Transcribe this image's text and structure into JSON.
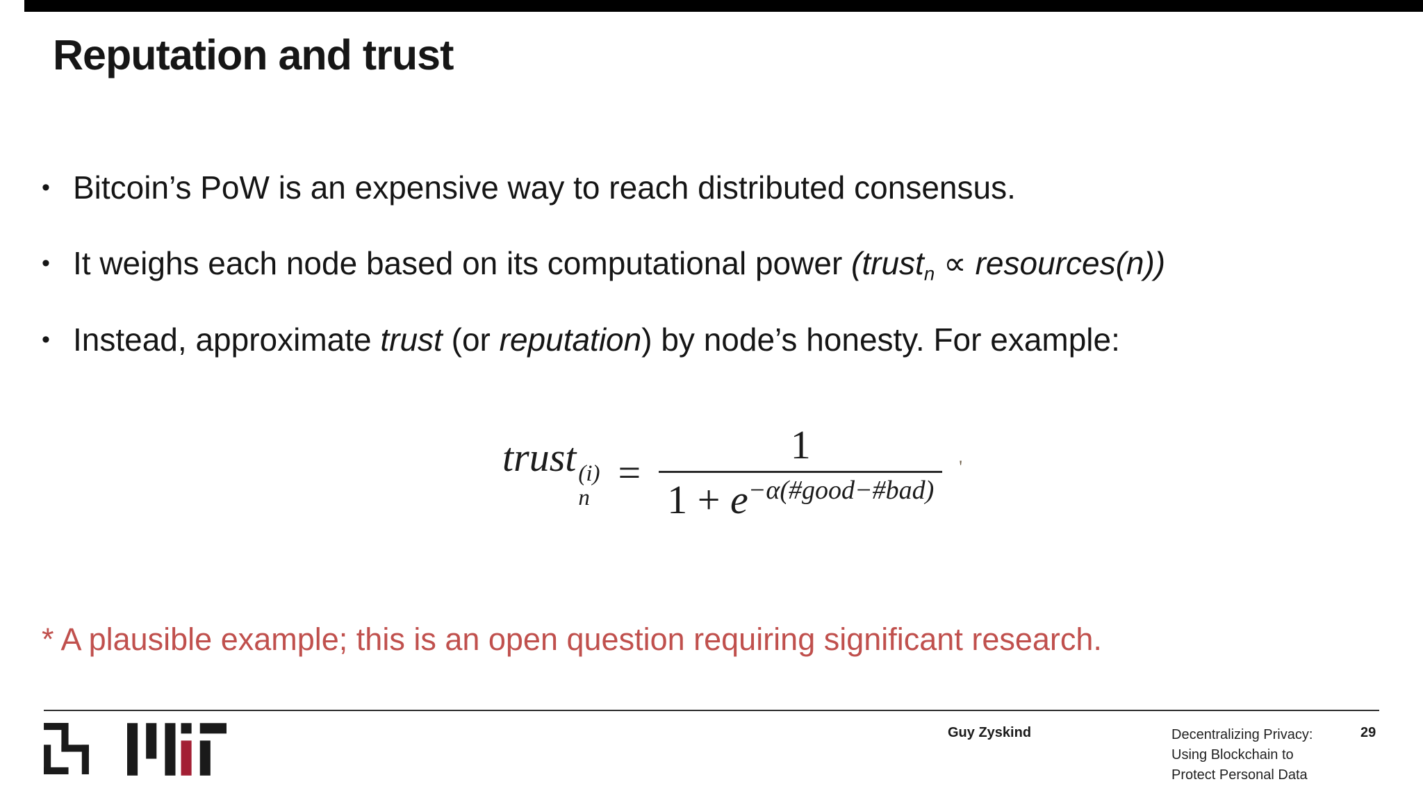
{
  "slide": {
    "title": "Reputation and trust",
    "bullet_char": "•",
    "bullets": {
      "b1": "Bitcoin’s PoW is an expensive way to reach distributed consensus.",
      "b2_pre": "It weighs each node based on its computational power ",
      "b2_it_open": "(trust",
      "b2_sub": "n",
      "b2_prop": " ∝ ",
      "b2_it_close": "resources(n))",
      "b3_pre": "Instead, approximate ",
      "b3_it1": "trust",
      "b3_mid": " (or ",
      "b3_it2": "reputation",
      "b3_post": ") by node’s honesty. For example:"
    },
    "formula": {
      "lhs": "trust",
      "sup": "(i)",
      "sub": "n",
      "equals": "=",
      "numerator": "1",
      "den_pre": "1 + ",
      "den_e": "e",
      "den_exponent": "−α(#good−#bad)",
      "artifact": "'"
    },
    "note": "* A plausible example; this is an open question requiring significant research.",
    "footer": {
      "presenter": "Guy Zyskind",
      "deck_title_line1": "Decentralizing Privacy:",
      "deck_title_line2": "Using Blockchain to",
      "deck_title_line3": "Protect Personal Data",
      "page_number": "29"
    },
    "colors": {
      "note_red": "#c0504d",
      "mit_red": "#a31f34",
      "logo_black": "#1a1a1a",
      "top_bar": "#000000"
    }
  }
}
